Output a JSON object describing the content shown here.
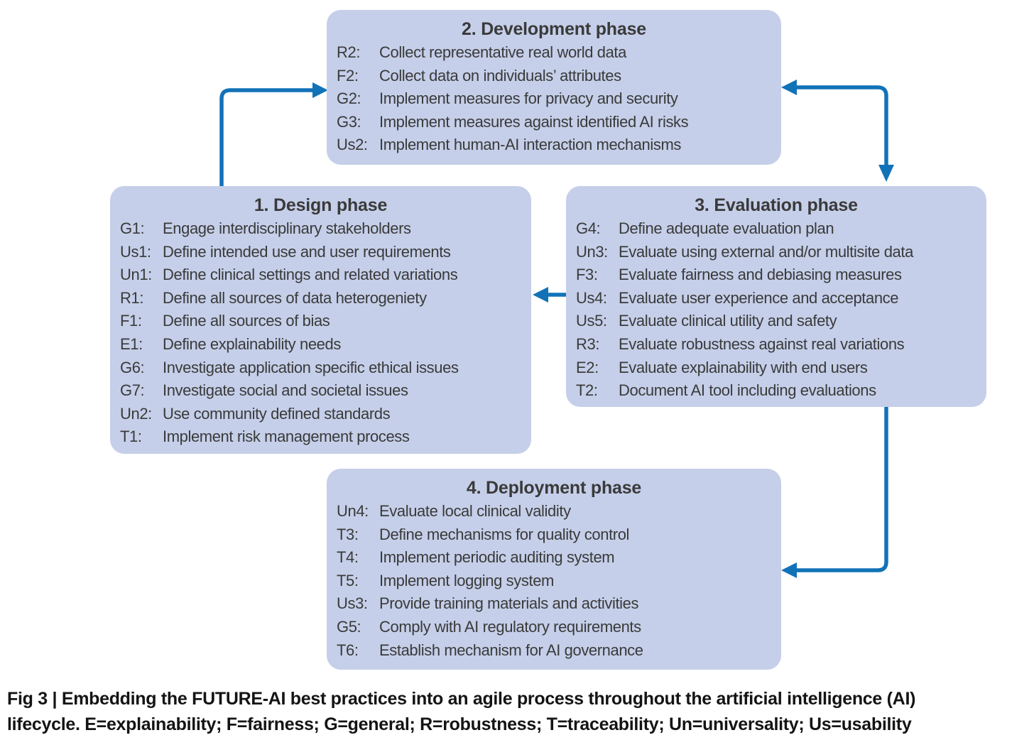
{
  "colors": {
    "box_background": "#c5cfe9",
    "arrow_blue": "#1272b8",
    "box_text": "#3a3a3a",
    "caption_text": "#141414"
  },
  "phases": {
    "development": {
      "title": "2. Development phase",
      "items": [
        {
          "code": "R2:",
          "text": "Collect representative real world data"
        },
        {
          "code": "F2:",
          "text": "Collect data on individuals’ attributes"
        },
        {
          "code": "G2:",
          "text": "Implement measures for privacy and security"
        },
        {
          "code": "G3:",
          "text": "Implement measures against identified AI risks"
        },
        {
          "code": "Us2:",
          "text": "Implement human-AI interaction mechanisms"
        }
      ]
    },
    "design": {
      "title": "1. Design phase",
      "items": [
        {
          "code": "G1:",
          "text": "Engage interdisciplinary stakeholders"
        },
        {
          "code": "Us1:",
          "text": "Define intended use and user requirements"
        },
        {
          "code": "Un1:",
          "text": "Define clinical settings and related variations"
        },
        {
          "code": "R1:",
          "text": "Define all sources of data heterogeniety"
        },
        {
          "code": "F1:",
          "text": "Define all sources of bias"
        },
        {
          "code": "E1:",
          "text": "Define explainability needs"
        },
        {
          "code": "G6:",
          "text": "Investigate application specific ethical issues"
        },
        {
          "code": "G7:",
          "text": "Investigate social and societal issues"
        },
        {
          "code": "Un2:",
          "text": "Use community defined standards"
        },
        {
          "code": "T1:",
          "text": "Implement risk management process"
        }
      ]
    },
    "evaluation": {
      "title": "3. Evaluation phase",
      "items": [
        {
          "code": "G4:",
          "text": "Define adequate evaluation plan"
        },
        {
          "code": "Un3:",
          "text": "Evaluate using external and/or multisite data"
        },
        {
          "code": "F3:",
          "text": "Evaluate fairness and debiasing measures"
        },
        {
          "code": "Us4:",
          "text": "Evaluate user experience and acceptance"
        },
        {
          "code": "Us5:",
          "text": "Evaluate clinical utility and safety"
        },
        {
          "code": "R3:",
          "text": "Evaluate robustness against real variations"
        },
        {
          "code": "E2:",
          "text": "Evaluate explainability with end users"
        },
        {
          "code": "T2:",
          "text": "Document AI tool including evaluations"
        }
      ]
    },
    "deployment": {
      "title": "4. Deployment phase",
      "items": [
        {
          "code": "Un4:",
          "text": "Evaluate local clinical validity"
        },
        {
          "code": "T3:",
          "text": "Define mechanisms for quality control"
        },
        {
          "code": "T4:",
          "text": "Implement periodic auditing system"
        },
        {
          "code": "T5:",
          "text": "Implement logging system"
        },
        {
          "code": "Us3:",
          "text": "Provide training materials and activities"
        },
        {
          "code": "G5:",
          "text": "Comply with AI regulatory requirements"
        },
        {
          "code": "T6:",
          "text": "Establish mechanism for AI governance"
        }
      ]
    }
  },
  "arrows": [
    {
      "from": "design",
      "to": "development",
      "heads": "single"
    },
    {
      "from": "development",
      "to": "evaluation",
      "heads": "double"
    },
    {
      "from": "evaluation",
      "to": "design",
      "heads": "single"
    },
    {
      "from": "evaluation",
      "to": "deployment",
      "heads": "single"
    }
  ],
  "caption": {
    "line1": "Fig 3 | Embedding the FUTURE-AI best practices into an agile process throughout the artificial intelligence (AI)",
    "line2": "lifecycle. E=explainability; F=fairness; G=general; R=robustness; T=traceability; Un=universality; Us=usability"
  }
}
